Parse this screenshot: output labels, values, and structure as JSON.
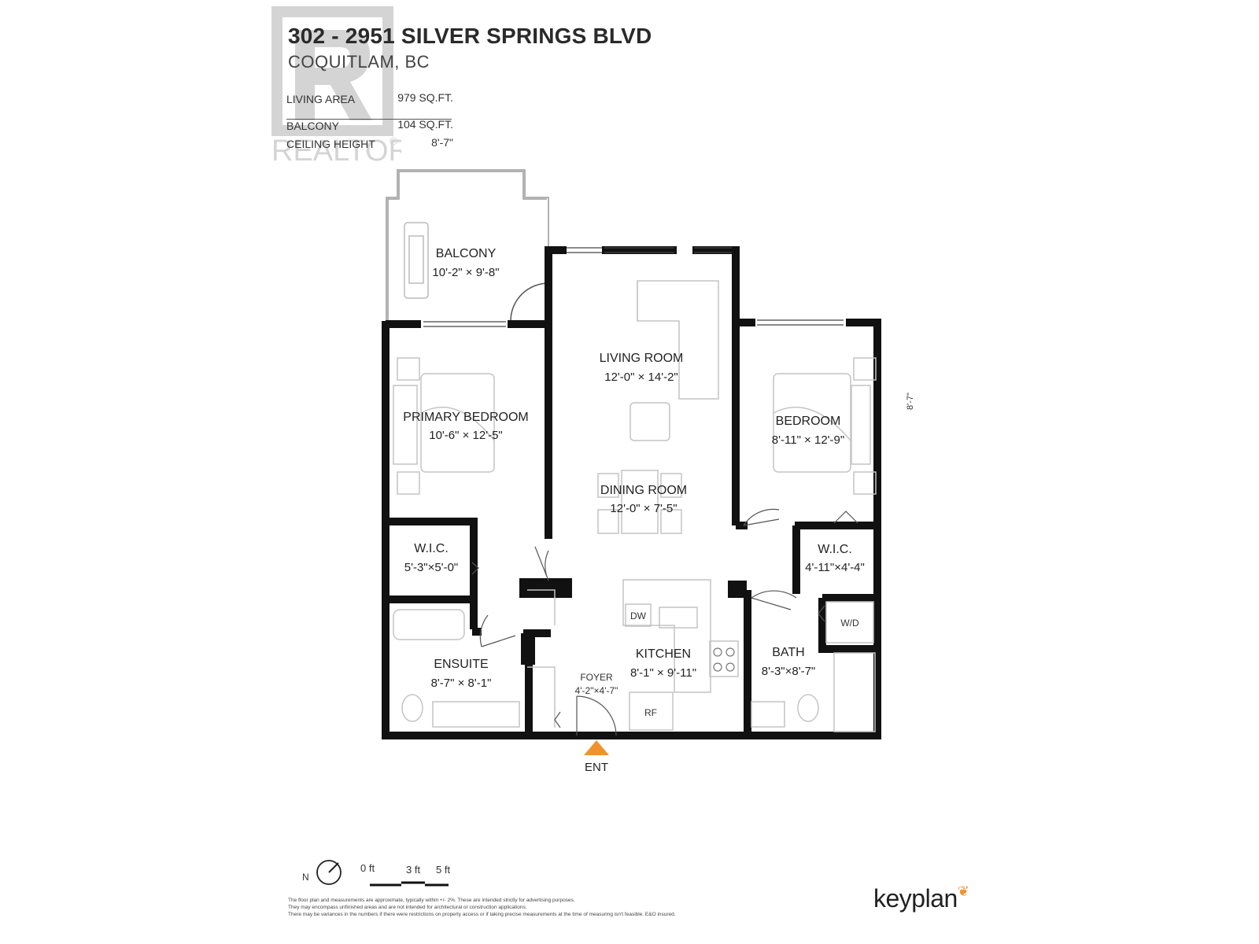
{
  "header": {
    "address": "302 - 2951 SILVER SPRINGS BLVD",
    "city": "COQUITLAM, BC",
    "stats": [
      {
        "label": "LIVING AREA",
        "value": "979 SQ.FT."
      },
      {
        "label": "BALCONY",
        "value": "104 SQ.FT."
      },
      {
        "label": "CEILING HEIGHT",
        "value": "8'-7\""
      }
    ]
  },
  "watermark": {
    "text": "REALTOR",
    "mark": "®",
    "icon": "realtor-r-logo-icon"
  },
  "rooms": {
    "balcony": {
      "name": "BALCONY",
      "dims": "10'-2\" × 9'-8\""
    },
    "living_room": {
      "name": "LIVING ROOM",
      "dims": "12'-0\" × 14'-2\""
    },
    "primary_bedroom": {
      "name": "PRIMARY BEDROOM",
      "dims": "10'-6\" × 12'-5\""
    },
    "bedroom": {
      "name": "BEDROOM",
      "dims": "8'-11\" × 12'-9\""
    },
    "dining_room": {
      "name": "DINING ROOM",
      "dims": "12'-0\" × 7'-5\""
    },
    "wic_primary": {
      "name": "W.I.C.",
      "dims": "5'-3\"×5'-0\""
    },
    "wic_bedroom": {
      "name": "W.I.C.",
      "dims": "4'-11\"×4'-4\""
    },
    "kitchen": {
      "name": "KITCHEN",
      "dims": "8'-1\" × 9'-11\""
    },
    "ensuite": {
      "name": "ENSUITE",
      "dims": "8'-7\" × 8'-1\""
    },
    "foyer": {
      "name": "FOYER",
      "dims": "4'-2\"×4'-7\""
    },
    "bath": {
      "name": "BATH",
      "dims": "8'-3\"×8'-7\""
    }
  },
  "fixtures": {
    "dishwasher": "DW",
    "washer_dryer": "W/D",
    "fridge": "RF"
  },
  "entrance": {
    "label": "ENT",
    "color": "#f0932b"
  },
  "ceiling_note": "8'-7\"",
  "compass": {
    "label": "N"
  },
  "scale": {
    "labels": [
      "0 ft",
      "3 ft",
      "5 ft"
    ]
  },
  "disclaimer": [
    "The floor plan and measurements are approximate, typically within +/- 2%. These are intended strictly for advertising purposes.",
    "They may encompass unfinished areas and are not intended for architectural or construction applications.",
    "There may be variances in the numbers if there were restrictions on property access or if taking precise measurements at the time of measuring isn't feasible. E&O insured."
  ],
  "brand": {
    "name": "keyplan",
    "accent": "#f0932b"
  },
  "colors": {
    "wall": "#111111",
    "furniture": "#c8c8c8",
    "background": "#ffffff"
  }
}
